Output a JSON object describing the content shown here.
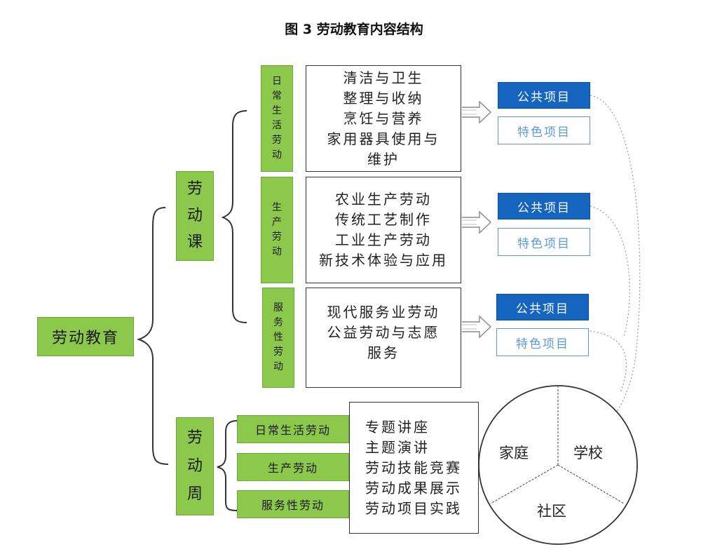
{
  "title": "图 3 劳动教育内容结构",
  "root": "劳动教育",
  "course": {
    "label": "劳动课",
    "categories": [
      {
        "label": "日常生活劳动",
        "items": [
          "清洁与卫生",
          "整理与收纳",
          "烹饪与营养",
          "家用器具使用与",
          "维护"
        ]
      },
      {
        "label": "生产劳动",
        "items": [
          "农业生产劳动",
          "传统工艺制作",
          "工业生产劳动",
          "新技术体验与应用"
        ]
      },
      {
        "label": "服务性劳动",
        "items": [
          "现代服务业劳动",
          "公益劳动与志愿",
          "服务"
        ]
      }
    ],
    "project_public": "公共项目",
    "project_special": "特色项目"
  },
  "week": {
    "label": "劳动周",
    "categories": [
      "日常生活劳动",
      "生产劳动",
      "服务性劳动"
    ],
    "activities": [
      "专题讲座",
      "主题演讲",
      "劳动技能竞赛",
      "劳动成果展示",
      "劳动项目实践"
    ]
  },
  "circle": {
    "family": "家庭",
    "school": "学校",
    "community": "社区"
  }
}
